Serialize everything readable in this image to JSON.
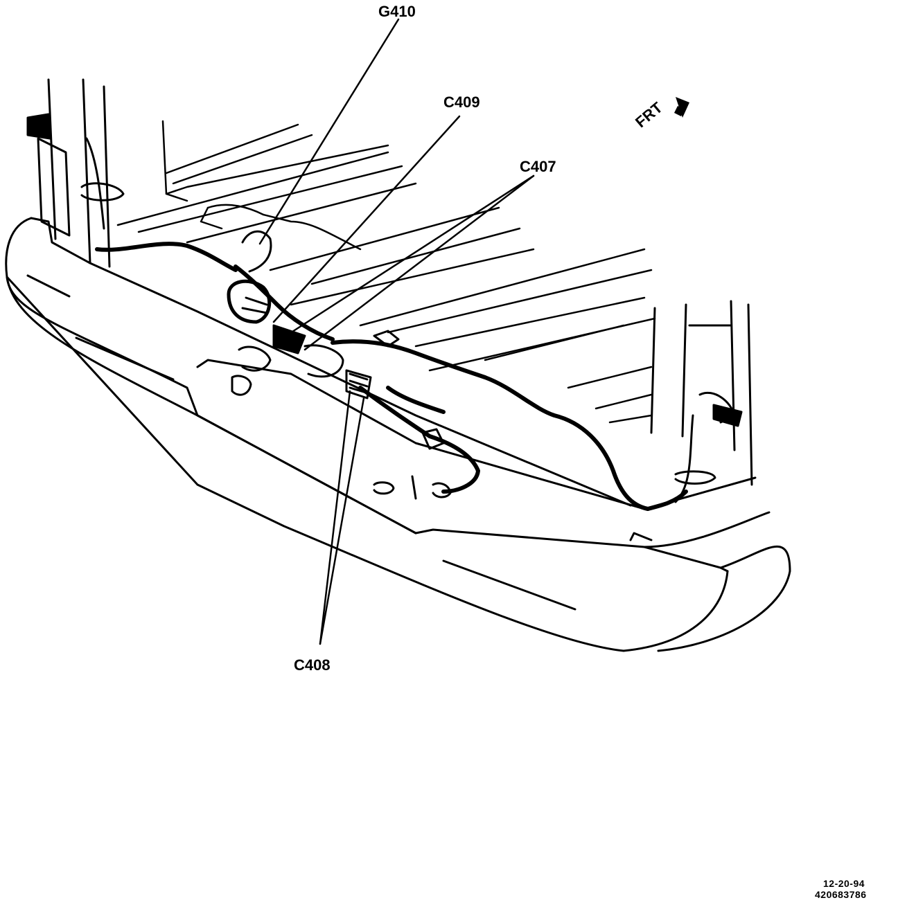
{
  "callouts": {
    "g410": "G410",
    "c409": "C409",
    "c407": "C407",
    "c408": "C408"
  },
  "direction": {
    "label": "FRT",
    "icon": "arrow-icon"
  },
  "stamp": {
    "date": "12-20-94",
    "code": "420683786"
  },
  "colors": {
    "ink": "#000000",
    "paper": "#ffffff"
  }
}
